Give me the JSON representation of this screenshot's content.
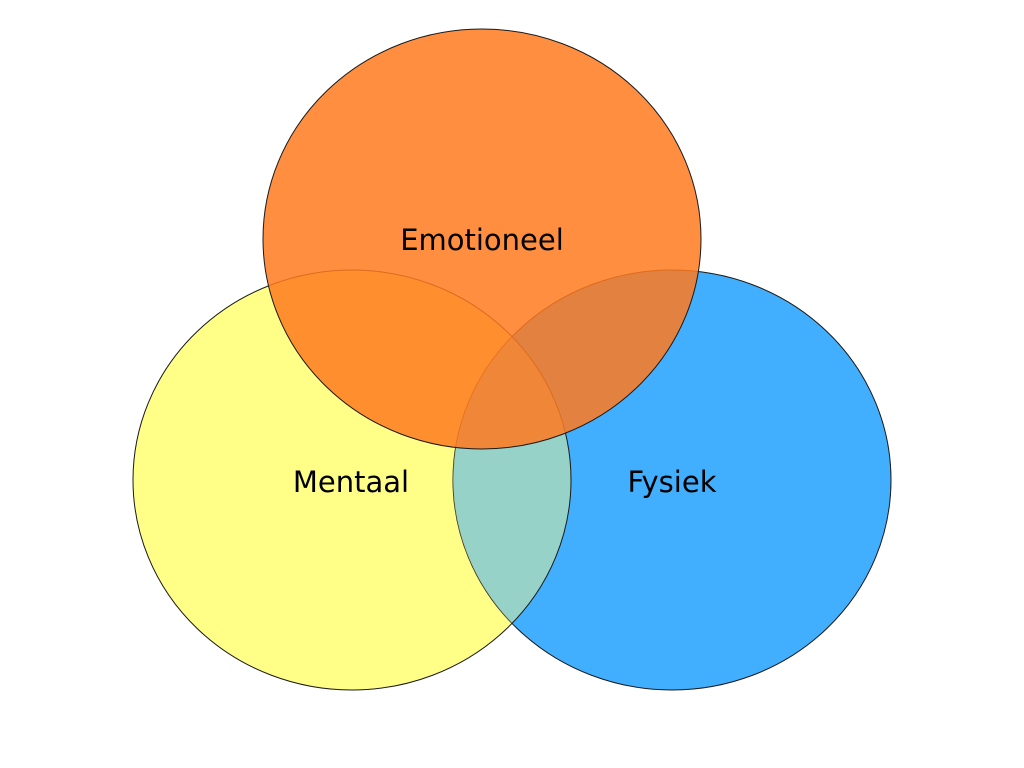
{
  "diagram": {
    "type": "venn",
    "sets": [
      {
        "id": "mental",
        "label": "Mentaal",
        "color": "#ffff88",
        "opacity": 1.0
      },
      {
        "id": "physical",
        "label": "Fysiek",
        "color": "#42aefe",
        "opacity": 1.0
      },
      {
        "id": "emotional",
        "label": "Emotioneel",
        "color": "#ff7a1e",
        "opacity": 0.85
      }
    ]
  }
}
